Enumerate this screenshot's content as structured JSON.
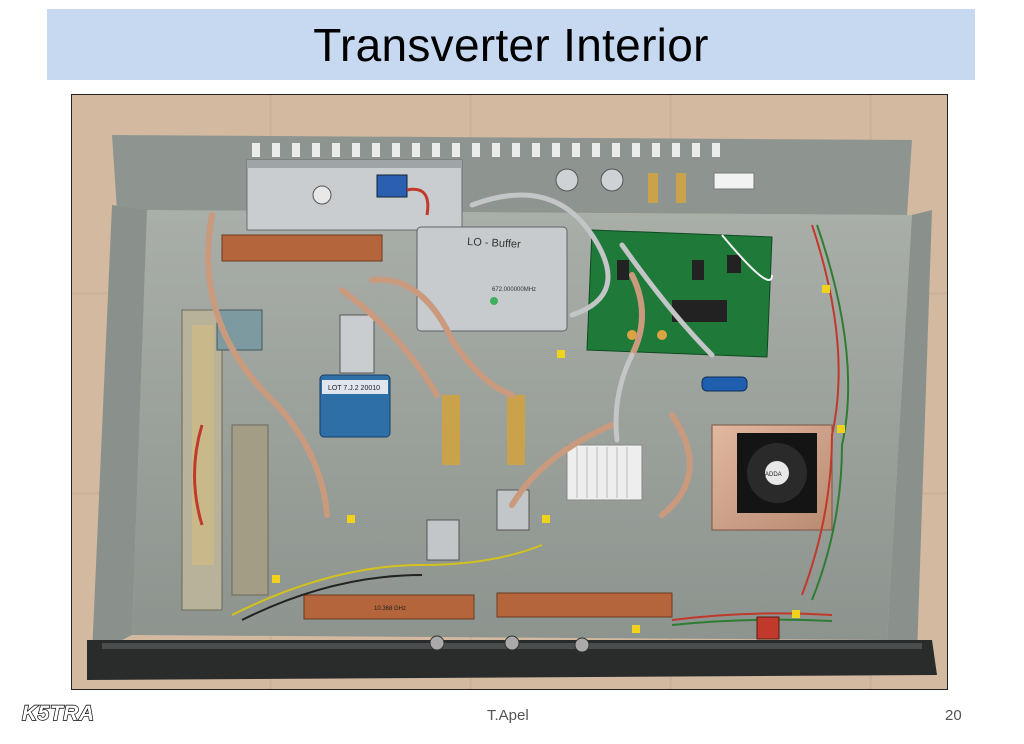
{
  "slide": {
    "title": "Transverter Interior",
    "footer": {
      "logo": "K5TRA",
      "author": "T.Apel",
      "page_number": "20"
    }
  },
  "photo": {
    "labels": {
      "lo_buffer": "LO - Buffer",
      "lo_freq": "672.000000MHz",
      "relay_label": "LOT 7.J.2 20010",
      "mixer_label": "10.368 GHz",
      "fan_brand": "ADDA"
    },
    "colors": {
      "title_bar": "#c6d9f1",
      "tile_floor": "#cdb49a",
      "chassis": "#9ba29c",
      "pcb": "#1f7a3a",
      "copper": "#b5653b",
      "relay_blue": "#2f6fa8",
      "coax_cable": "#c99a7d"
    }
  }
}
